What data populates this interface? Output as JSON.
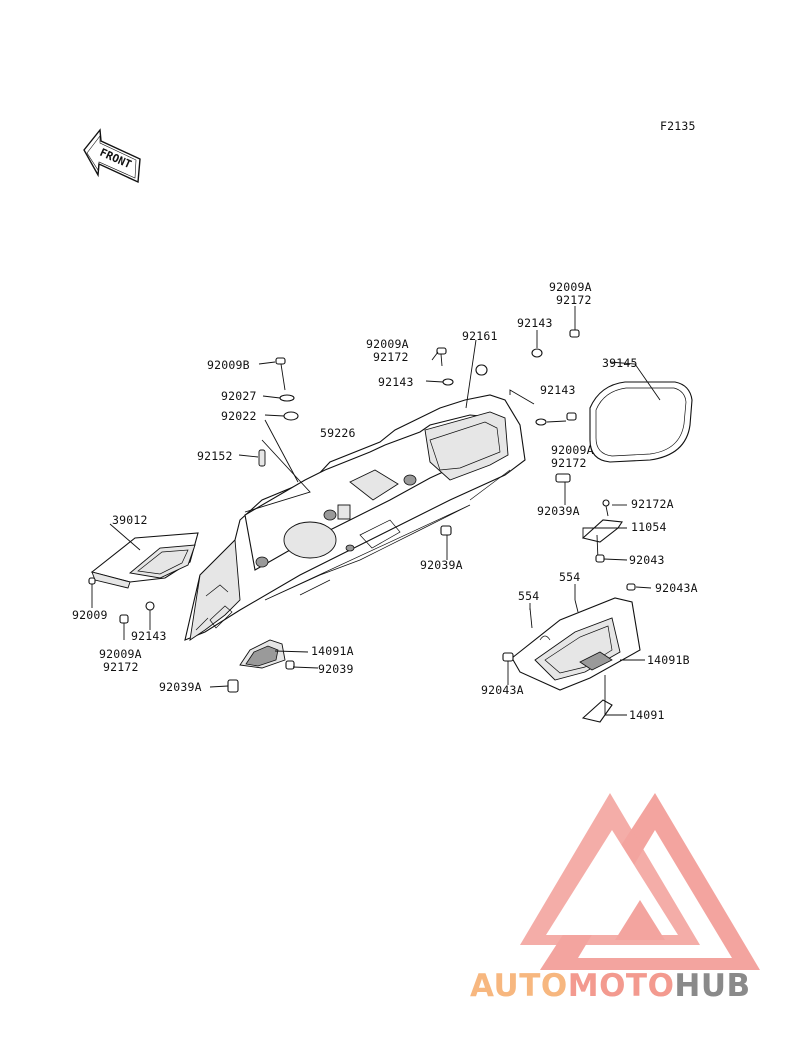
{
  "figure_code": "F2135",
  "front_label": "FRONT",
  "part_labels": [
    {
      "id": "l1",
      "text": "92009A"
    },
    {
      "id": "l2",
      "text": "92172"
    },
    {
      "id": "l3",
      "text": "92143"
    },
    {
      "id": "l4",
      "text": "39145"
    },
    {
      "id": "l5",
      "text": "92009A"
    },
    {
      "id": "l6",
      "text": "92172"
    },
    {
      "id": "l7",
      "text": "92161"
    },
    {
      "id": "l8",
      "text": "92143"
    },
    {
      "id": "l9",
      "text": "92143"
    },
    {
      "id": "l10",
      "text": "92009A"
    },
    {
      "id": "l11",
      "text": "92172"
    },
    {
      "id": "l12",
      "text": "92009B"
    },
    {
      "id": "l13",
      "text": "92027"
    },
    {
      "id": "l14",
      "text": "92022"
    },
    {
      "id": "l15",
      "text": "59226"
    },
    {
      "id": "l16",
      "text": "92152"
    },
    {
      "id": "l17",
      "text": "92039A"
    },
    {
      "id": "l18",
      "text": "92172A"
    },
    {
      "id": "l19",
      "text": "11054"
    },
    {
      "id": "l20",
      "text": "39012"
    },
    {
      "id": "l21",
      "text": "92039A"
    },
    {
      "id": "l22",
      "text": "92043"
    },
    {
      "id": "l23",
      "text": "554"
    },
    {
      "id": "l24",
      "text": "554"
    },
    {
      "id": "l25",
      "text": "92043A"
    },
    {
      "id": "l26",
      "text": "92009"
    },
    {
      "id": "l27",
      "text": "92143"
    },
    {
      "id": "l28",
      "text": "92009A"
    },
    {
      "id": "l29",
      "text": "92172"
    },
    {
      "id": "l30",
      "text": "14091A"
    },
    {
      "id": "l31",
      "text": "92039"
    },
    {
      "id": "l32",
      "text": "92039A"
    },
    {
      "id": "l33",
      "text": "14091B"
    },
    {
      "id": "l34",
      "text": "92043A"
    },
    {
      "id": "l35",
      "text": "14091"
    }
  ],
  "watermark": {
    "part1": "AUTO",
    "part2": "MOTO",
    "part3": "HUB",
    "color1": "#f7b77f",
    "color2": "#f39a8f",
    "color3": "#8a8a8a",
    "logo_color": "#f3a09a"
  }
}
